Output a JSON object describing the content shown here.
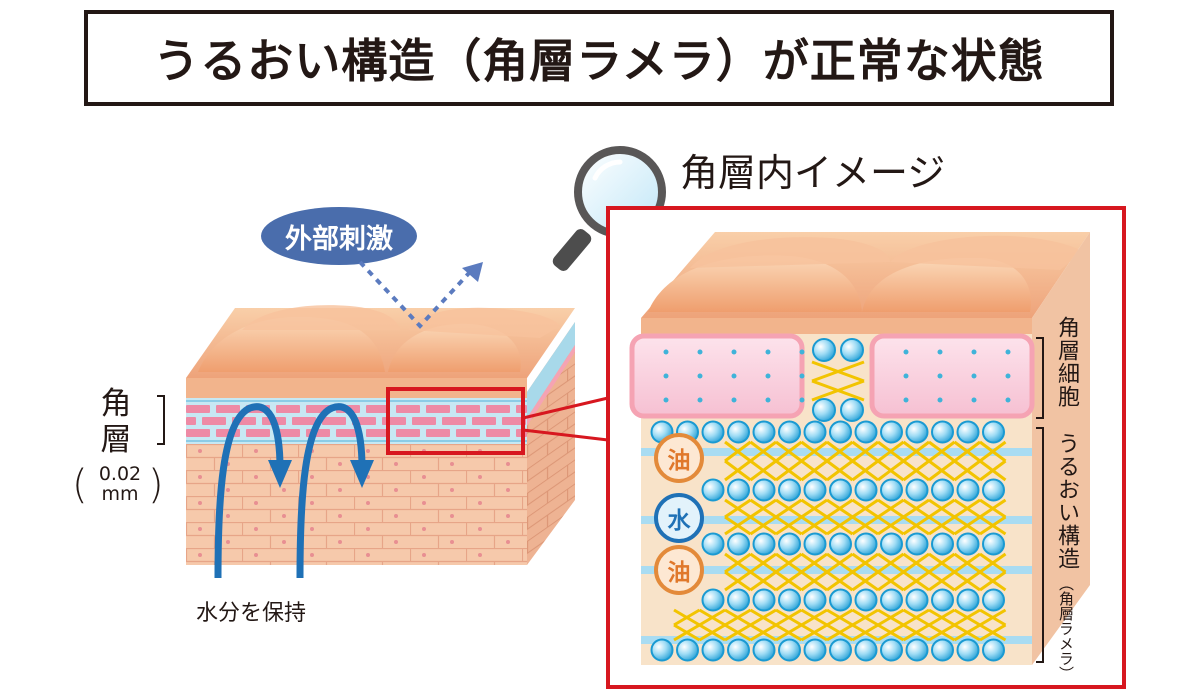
{
  "title": "うるおい構造（角層ラメラ）が正常な状態",
  "zoom_title": "角層内イメージ",
  "labels": {
    "external_stimulus": "外部刺激",
    "stratum_corneum": "角層",
    "thickness": "0.02",
    "thickness_unit": "mm",
    "retain_moisture": "水分を保持",
    "corneocyte": "角層細胞",
    "moisture_structure": "うるおい構造",
    "moisture_structure_sub": "角層ラメラ",
    "oil": "油",
    "water": "水"
  },
  "colors": {
    "frame_red": "#d7171f",
    "stimulus_bg": "#4a6dac",
    "skin_top": "#f3b58a",
    "skin_side": "#f5c8a8",
    "cell_pink": "#f7c6d6",
    "lipid_blue": "#4cb7e5",
    "lipid_yellow": "#f5c800",
    "arrow_blue": "#1f71b6"
  },
  "icons": [
    "magnifier-icon",
    "stimulus-arrow-icon",
    "moisture-arrow-icon"
  ]
}
